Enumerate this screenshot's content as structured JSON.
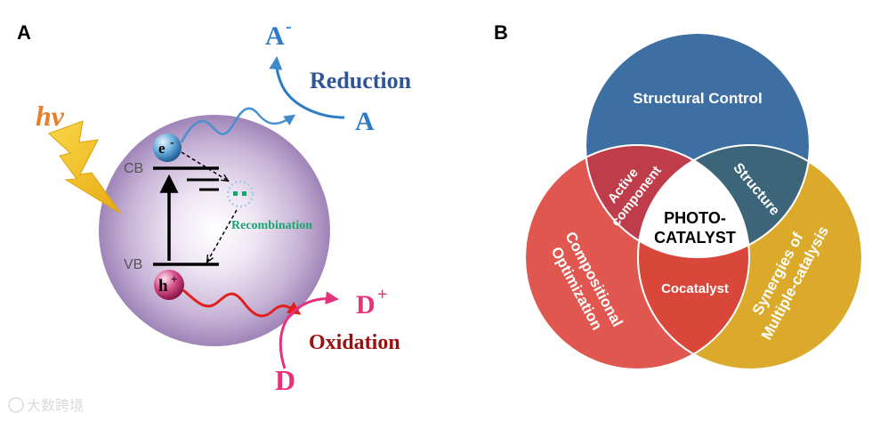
{
  "panel_a": {
    "label": "A",
    "photon": "hv",
    "conduction_band": "CB",
    "valence_band": "VB",
    "electron": {
      "symbol": "e",
      "charge": "-"
    },
    "hole": {
      "symbol": "h",
      "charge": "+"
    },
    "recombination": "Recombination",
    "reduction": "Reduction",
    "oxidation": "Oxidation",
    "acceptor": "A",
    "acceptor_reduced": {
      "symbol": "A",
      "charge": "-"
    },
    "donor": "D",
    "donor_oxidized": {
      "symbol": "D",
      "charge": "+"
    },
    "colors": {
      "sphere": "#b49bc8",
      "electron_path": "#4a8fd0",
      "hole_path": "#e0201c",
      "reduction_text": "#2f5597",
      "oxidation_text": "#9b0f0f",
      "recombination_text": "#1aa36f",
      "photon_text": "#e87d2a",
      "lightning": "#f2c318",
      "donor": "#e8317b"
    }
  },
  "panel_b": {
    "label": "B",
    "circles": {
      "top": "Structural Control",
      "left_line1": "Compositional",
      "left_line2": "Optimization",
      "right_line1": "Synergies of",
      "right_line2": "Multiple-catalysis"
    },
    "overlaps": {
      "top_left_line1": "Active",
      "top_left_line2": "component",
      "top_right": "Structure",
      "bottom": "Cocatalyst"
    },
    "center_line1": "PHOTO-",
    "center_line2": "CATALYST",
    "colors": {
      "top": "#3e6fa3",
      "left": "#e0574f",
      "right": "#dcaa2a",
      "top_left": "#bf3d4a",
      "top_right": "#3c6579",
      "bottom": "#d8473a",
      "center": "#ffffff"
    }
  },
  "watermark": "大数跨境"
}
